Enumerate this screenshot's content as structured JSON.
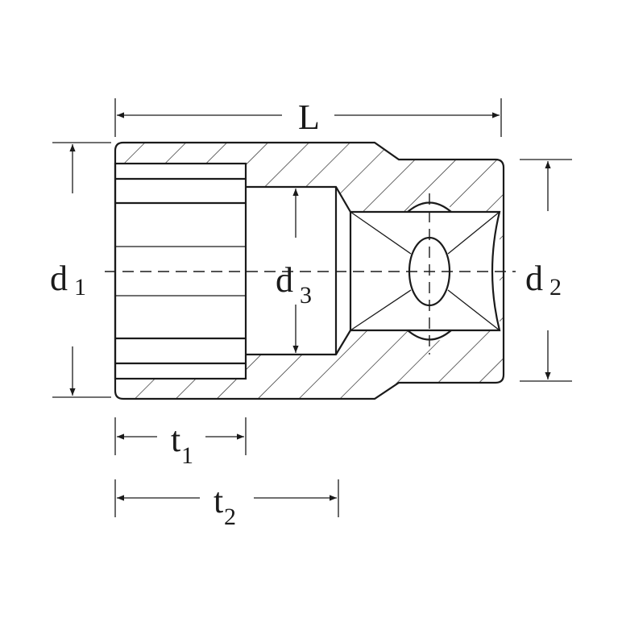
{
  "diagram": {
    "title": "Socket wrench insert dimension drawing",
    "labels": {
      "L": "L",
      "d1": {
        "main": "d",
        "sub": "1"
      },
      "d2": {
        "main": "d",
        "sub": "2"
      },
      "d3": {
        "main": "d",
        "sub": "3"
      },
      "t1": {
        "main": "t",
        "sub": "1"
      },
      "t2": {
        "main": "t",
        "sub": "2"
      }
    },
    "colors": {
      "line": "#1a1a1a",
      "background": "#ffffff"
    }
  }
}
